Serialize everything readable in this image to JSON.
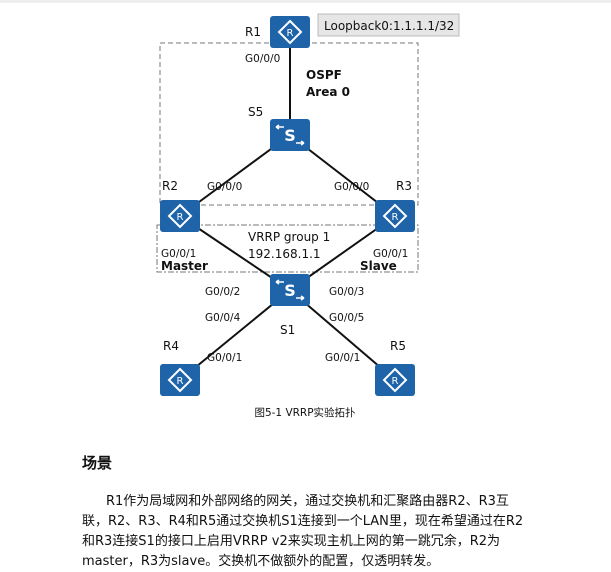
{
  "diagram": {
    "loopback_label": "Loopback0:1.1.1.1/32",
    "ospf_label": "OSPF",
    "area_label": "Area 0",
    "vrrp_group_label": "VRRP group 1",
    "vrrp_ip": "192.168.1.1",
    "master_label": "Master",
    "slave_label": "Slave",
    "devices": {
      "r1": "R1",
      "r2": "R2",
      "r3": "R3",
      "r4": "R4",
      "r5": "R5",
      "s5": "S5",
      "s1": "S1",
      "router_glyph": "R",
      "switch_glyph": "S"
    },
    "ports": {
      "r1_g000": "G0/0/0",
      "r2_g000": "G0/0/0",
      "r3_g000": "G0/0/0",
      "r2_g001": "G0/0/1",
      "r3_g001": "G0/0/1",
      "s1_g002": "G0/0/2",
      "s1_g003": "G0/0/3",
      "s1_g004": "G0/0/4",
      "s1_g005": "G0/0/5",
      "r4_g001": "G0/0/1",
      "r5_g001": "G0/0/1"
    },
    "caption": "图5-1 VRRP实验拓扑",
    "colors": {
      "device": "#1f64a8",
      "line": "#111111",
      "dash": "#777777"
    }
  },
  "section": {
    "heading": "场景",
    "paragraph": "R1作为局域网和外部网络的网关，通过交换机和汇聚路由器R2、R3互联，R2、R3、R4和R5通过交换机S1连接到一个LAN里，现在希望通过在R2和R3连接S1的接口上启用VRRP v2来实现主机上网的第一跳冗余，R2为master，R3为slave。交换机不做额外的配置，仅透明转发。"
  }
}
